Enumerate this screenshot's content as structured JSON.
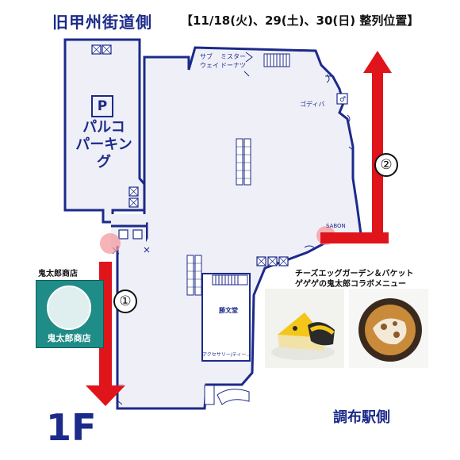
{
  "header": {
    "left_title": "旧甲州街道側",
    "right_title": "【11/18(火)、29(土)、30(日) 整列位置】"
  },
  "footer": {
    "floor_label": "1F",
    "station_side": "調布駅側"
  },
  "parking": {
    "icon_letter": "P",
    "name_line1": "パルコ",
    "name_line2": "パーキング"
  },
  "stores": {
    "subway_line1": "サブ",
    "subway_line2": "ウェイ",
    "misdo_line1": "ミスター",
    "misdo_line2": "ドーナツ",
    "godiva": "ゴディバ",
    "sabon": "SABON",
    "bookstore": "勝文堂",
    "small_store1": "アクセサリー/ティー...",
    "small_store2": "..."
  },
  "collab": {
    "caption_line1": "チーズエッグガーデン＆バケット",
    "caption_line2": "ゲゲゲの鬼太郎コラボメニュー"
  },
  "kitaro_shop": {
    "label": "鬼太郎商店",
    "sign_text": "鬼太郎商店"
  },
  "queue_markers": [
    {
      "number": "①"
    },
    {
      "number": "②"
    }
  ],
  "colors": {
    "arrow_red": "#e0141b",
    "wall_navy": "#1c2a8a",
    "floor_fill": "#eff0f7",
    "highlight_pink": "#f39aa0",
    "kitaro_teal": "#1f8c87"
  }
}
